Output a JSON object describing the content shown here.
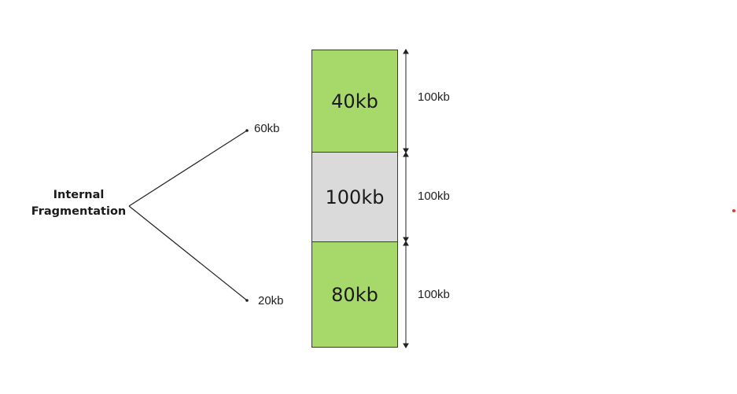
{
  "diagram": {
    "title_line1": "Internal",
    "title_line2": "Fragmentation",
    "fragments": [
      {
        "label": "60kb"
      },
      {
        "label": "20kb"
      }
    ],
    "blocks": [
      {
        "label": "40kb",
        "size_label": "100kb",
        "color": "#a6d96a"
      },
      {
        "label": "100kb",
        "size_label": "100kb",
        "color": "#dadada"
      },
      {
        "label": "80kb",
        "size_label": "100kb",
        "color": "#a6d96a"
      }
    ],
    "accent_dot_color": "#e53935"
  }
}
